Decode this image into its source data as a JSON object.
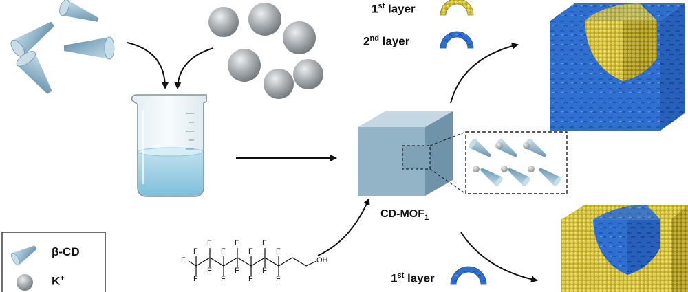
{
  "labels": {
    "layer1_top": {
      "main": "1",
      "sup": "st",
      "rest": " layer"
    },
    "layer2_top": {
      "main": "2",
      "sup": "nd",
      "rest": " layer"
    },
    "layer1_bottom": {
      "main": "1",
      "sup": "st",
      "rest": " layer"
    },
    "cd_mof": {
      "main": "CD-MOF",
      "sub": "1"
    }
  },
  "legend": {
    "item1": "β-CD",
    "item2": {
      "main": "K",
      "sup": "+"
    }
  },
  "molecule": {
    "atom": "F",
    "hydroxyl": "OH"
  },
  "colors": {
    "cone": "#8fb3c9",
    "sphere": "#a4a9ad",
    "cube": "#9fbccd",
    "blue_layer": "#2f6fcf",
    "yellow_layer": "#d8c541",
    "arrow": "#111111"
  }
}
